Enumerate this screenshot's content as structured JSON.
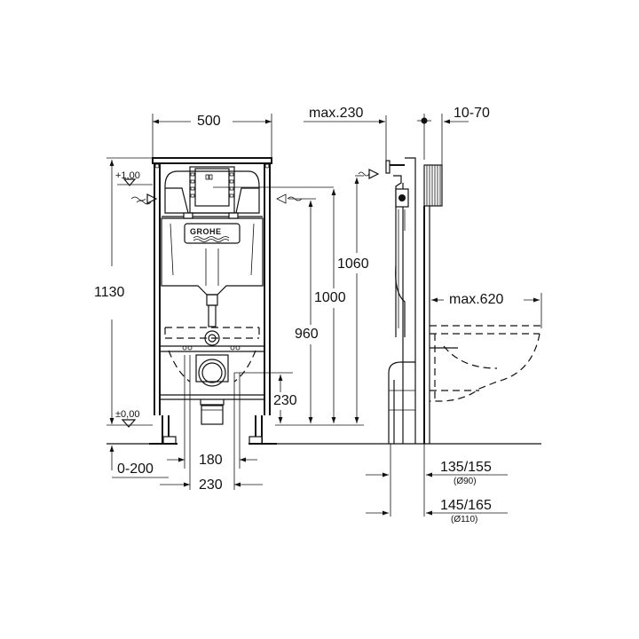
{
  "drawing": {
    "title": "GROHE wall-hung WC installation frame – dimension drawing",
    "brand_logo": "GROHE",
    "units": "mm",
    "colors": {
      "line": "#111111",
      "background": "#ffffff"
    }
  },
  "front_view": {
    "width_label": "500",
    "height_total_label": "1130",
    "level_top_label": "+1,00",
    "level_floor_label": "±0,00",
    "floor_adjust_label": "0-200",
    "spacing_inner_label": "180",
    "spacing_outer_label": "230",
    "outlet_height_label": "230",
    "height_960_label": "960",
    "height_1000_label": "1000",
    "height_1060_label": "1060"
  },
  "side_view": {
    "button_depth_label": "max.230",
    "wall_offset_label": "10-70",
    "pan_projection_label": "max.620",
    "outlet_dim_1_label": "135/155",
    "outlet_dim_1_sub": "(Ø90)",
    "outlet_dim_2_label": "145/165",
    "outlet_dim_2_sub": "(Ø110)"
  }
}
